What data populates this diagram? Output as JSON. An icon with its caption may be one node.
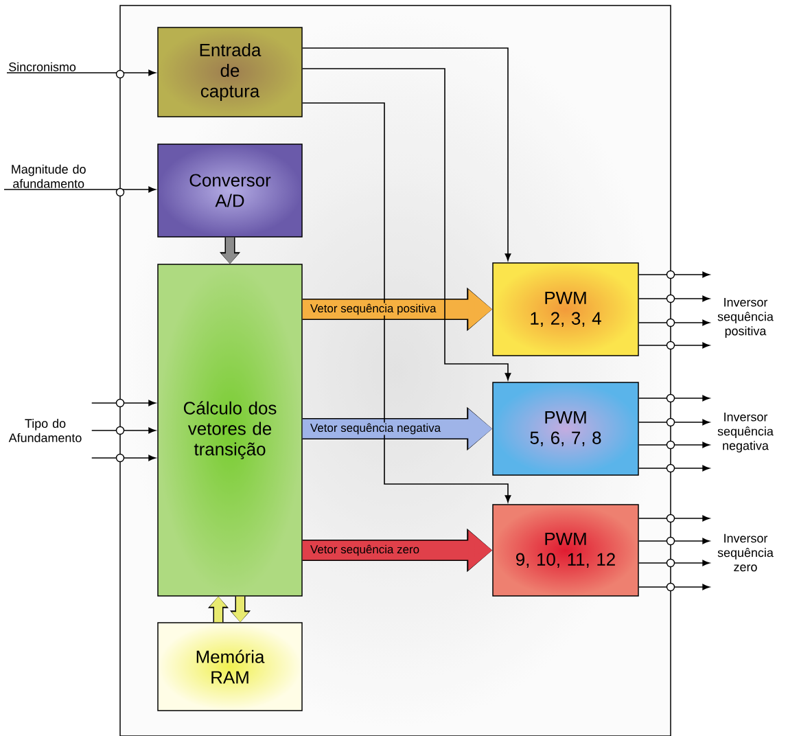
{
  "diagram": {
    "nodes": [
      {
        "text": [],
        "shape": "box"
      },
      {
        "text": [
          "Entrada de captura"
        ],
        "in": 0
      },
      {
        "text": [
          "Conversor A/D"
        ],
        "in": 0
      },
      {
        "text": [
          "Cálculo dos vetores de transição"
        ],
        "in": 0
      },
      {
        "text": [
          "Memória RAM"
        ],
        "in": 0
      },
      {
        "text": [
          "PWM",
          "1, 2, 3, 4"
        ],
        "in": 0
      },
      {
        "text": [
          "PWM",
          "5, 6, 7, 8"
        ],
        "in": 0
      },
      {
        "text": [
          "PWM",
          "9, 10, 11, 12"
        ],
        "in": 0
      },
      {
        "text": [
          "Sincronismo"
        ]
      },
      {
        "text": [
          "Magnitude do afundamento"
        ]
      },
      {
        "text": [
          "Tipo do Afundamento"
        ]
      },
      {
        "text": [
          "Inversor sequência positiva"
        ]
      },
      {
        "text": [
          "Inversor sequência negativa"
        ]
      },
      {
        "text": [
          "Inversor sequência zero"
        ]
      }
    ],
    "edges": [
      {
        "from": 8,
        "to": 1,
        "arrow": "to"
      },
      {
        "from": 9,
        "to": 2,
        "arrow": "to"
      },
      {
        "from": 10,
        "to": 3,
        "arrow": "to"
      },
      {
        "from": 10,
        "to": 3,
        "arrow": "to"
      },
      {
        "from": 10,
        "to": 3,
        "arrow": "to"
      },
      {
        "from": 1,
        "to": 5,
        "arrow": "to"
      },
      {
        "from": 1,
        "to": 6,
        "arrow": "to"
      },
      {
        "from": 1,
        "to": 7,
        "arrow": "to"
      },
      {
        "from": 2,
        "to": 3,
        "arrow": "to",
        "style": "thick",
        "color": "#8c8c8c"
      },
      {
        "from": 3,
        "to": 5,
        "arrow": "to",
        "style": "thick",
        "color": "#f5b041",
        "label": "Vetor sequência positiva"
      },
      {
        "from": 3,
        "to": 6,
        "arrow": "to",
        "style": "thick",
        "color": "#9fb4e8",
        "label": "Vetor sequência negativa"
      },
      {
        "from": 3,
        "to": 7,
        "arrow": "to",
        "style": "thick",
        "color": "#e0404a",
        "label": "Vetor sequência zero"
      },
      {
        "from": 4,
        "to": 3,
        "arrow": "to",
        "style": "thick",
        "color": "#e8ea70"
      },
      {
        "from": 3,
        "to": 4,
        "arrow": "to",
        "style": "thick",
        "color": "#e8ea70"
      },
      {
        "from": 5,
        "to": 11,
        "arrow": "to"
      },
      {
        "from": 5,
        "to": 11,
        "arrow": "to"
      },
      {
        "from": 5,
        "to": 11,
        "arrow": "to"
      },
      {
        "from": 5,
        "to": 11,
        "arrow": "to"
      },
      {
        "from": 6,
        "to": 12,
        "arrow": "to"
      },
      {
        "from": 6,
        "to": 12,
        "arrow": "to"
      },
      {
        "from": 6,
        "to": 12,
        "arrow": "to"
      },
      {
        "from": 6,
        "to": 12,
        "arrow": "to"
      },
      {
        "from": 7,
        "to": 13,
        "arrow": "to"
      },
      {
        "from": 7,
        "to": 13,
        "arrow": "to"
      },
      {
        "from": 7,
        "to": 13,
        "arrow": "to"
      },
      {
        "from": 7,
        "to": 13,
        "arrow": "to"
      }
    ]
  }
}
